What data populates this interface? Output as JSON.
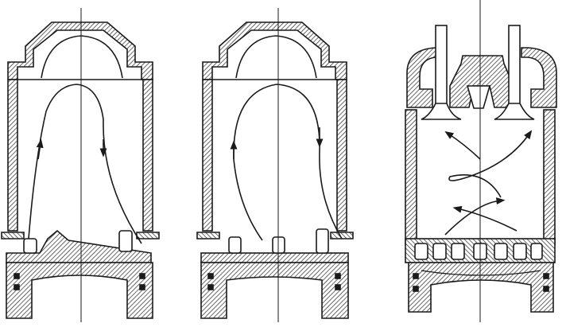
{
  "figure": {
    "background": "#ffffff",
    "ink": "#1a1a1a",
    "hatch": "#2a2a2a",
    "panels": [
      {
        "id": "cross-scavenged",
        "icon": "cross-scavenging-diagram"
      },
      {
        "id": "loop-scavenged",
        "icon": "loop-scavenging-diagram"
      },
      {
        "id": "uniflow-scavenged",
        "icon": "uniflow-scavenging-diagram"
      }
    ]
  }
}
